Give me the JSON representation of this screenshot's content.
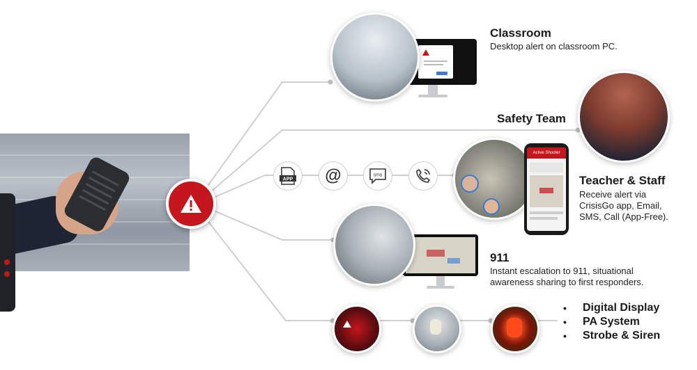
{
  "classroom": {
    "title": "Classroom",
    "description": "Desktop alert on classroom PC."
  },
  "safety_team": {
    "title": "Safety Team"
  },
  "teacher_staff": {
    "title": "Teacher & Staff",
    "description_lines": [
      "Receive alert via",
      "CrisisGo app, Email,",
      "SMS, Call (App-Free)."
    ],
    "phone_header": "Active Shooter"
  },
  "dispatch_911": {
    "title": "911",
    "description_lines": [
      "Instant escalation to 911, situational",
      "awareness sharing to first responders."
    ]
  },
  "channels": [
    {
      "icon": "app-icon",
      "label": "APP"
    },
    {
      "icon": "email-at-icon",
      "label": "@"
    },
    {
      "icon": "sms-icon",
      "label": "sms"
    },
    {
      "icon": "phone-call-icon",
      "label": ""
    }
  ],
  "outputs": {
    "bullet": "•",
    "items": [
      "Digital Display",
      "PA System",
      "Strobe & Siren"
    ]
  },
  "colors": {
    "alert_red": "#c4161c",
    "connector_gray": "#cccccc",
    "text_dark": "#1a1a1a"
  }
}
